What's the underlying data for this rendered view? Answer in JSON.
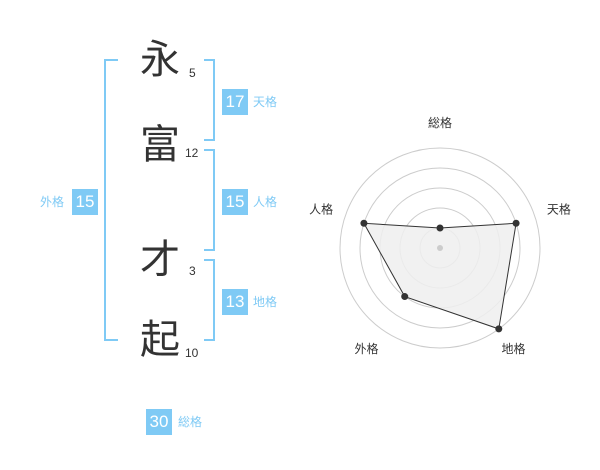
{
  "name_chars": [
    {
      "char": "永",
      "strokes": "5"
    },
    {
      "char": "富",
      "strokes": "12"
    },
    {
      "char": "才",
      "strokes": "3"
    },
    {
      "char": "起",
      "strokes": "10"
    }
  ],
  "kakusu": {
    "tenkaku": {
      "value": "17",
      "label": "天格"
    },
    "jinkaku": {
      "value": "15",
      "label": "人格"
    },
    "chikaku": {
      "value": "13",
      "label": "地格"
    },
    "gaikaku": {
      "value": "15",
      "label": "外格"
    },
    "soukaku": {
      "value": "30",
      "label": "総格"
    }
  },
  "colors": {
    "accent": "#7fcaf5",
    "text": "#333333",
    "grid": "#cccccc",
    "fill": "#eeeeee"
  },
  "radar": {
    "axes": [
      "総格",
      "天格",
      "地格",
      "外格",
      "人格"
    ],
    "max": 5,
    "rings": 5,
    "values": [
      1,
      4,
      5,
      3,
      4
    ]
  }
}
